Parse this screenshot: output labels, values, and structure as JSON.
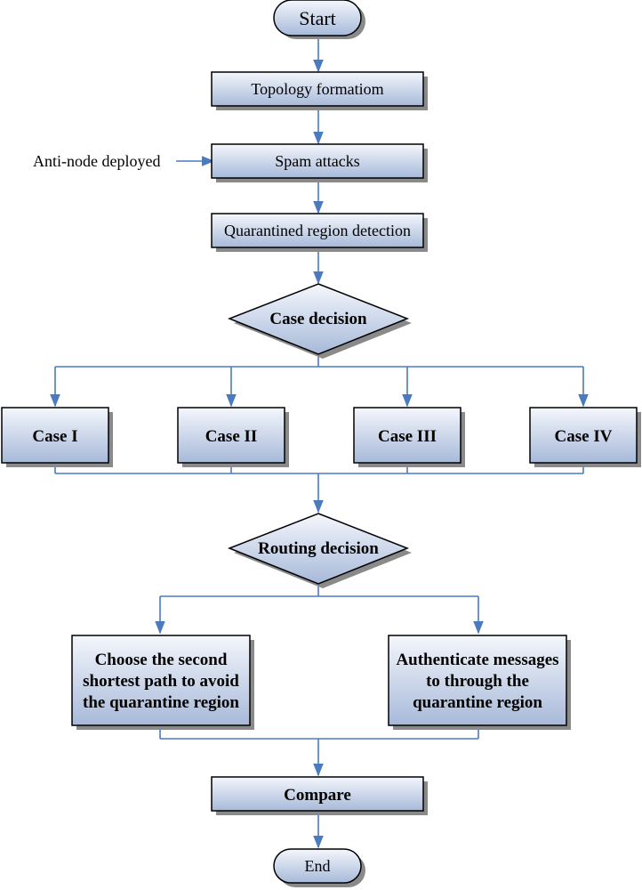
{
  "start": "Start",
  "end": "End",
  "external_input": "Anti-node deployed",
  "steps": {
    "topology": "Topology formatiom",
    "spam": "Spam attacks",
    "detection": "Quarantined region detection"
  },
  "case_decision": "Case decision",
  "cases": [
    "Case I",
    "Case II",
    "Case III",
    "Case IV"
  ],
  "routing_decision": "Routing decision",
  "routes": {
    "left": [
      "Choose the second",
      "shortest path to avoid",
      "the quarantine region"
    ],
    "right": [
      "Authenticate messages",
      "to through the",
      "quarantine region"
    ]
  },
  "compare": "Compare",
  "colors": {
    "connector": "#4a7bbf",
    "box_top": "#f4f7fc",
    "box_bottom": "#a7b9d9",
    "shadow": "#9a9a9a"
  }
}
